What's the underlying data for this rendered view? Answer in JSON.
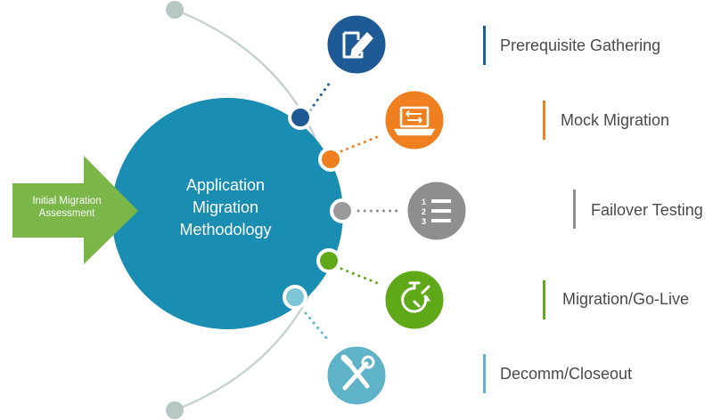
{
  "center": {
    "lines": [
      "Application",
      "Migration",
      "Methodology"
    ],
    "color": "#1a8db3"
  },
  "entry_arrow": {
    "lines": [
      "Initial Migration",
      "Assessment"
    ],
    "color": "#7ab648"
  },
  "steps": [
    {
      "label": "Prerequisite Gathering",
      "color": "#1e5a96",
      "icon": "edit-document-icon"
    },
    {
      "label": "Mock Migration",
      "color": "#f07f1f",
      "icon": "laptop-transfer-icon"
    },
    {
      "label": "Failover Testing",
      "color": "#8e8e8e",
      "icon": "numbered-list-icon"
    },
    {
      "label": "Migration/Go-Live",
      "color": "#5fa818",
      "icon": "stopwatch-icon"
    },
    {
      "label": "Decomm/Closeout",
      "color": "#5fb3c9",
      "icon": "wrench-screwdriver-icon"
    }
  ],
  "connector_color": "#c7d2d2"
}
